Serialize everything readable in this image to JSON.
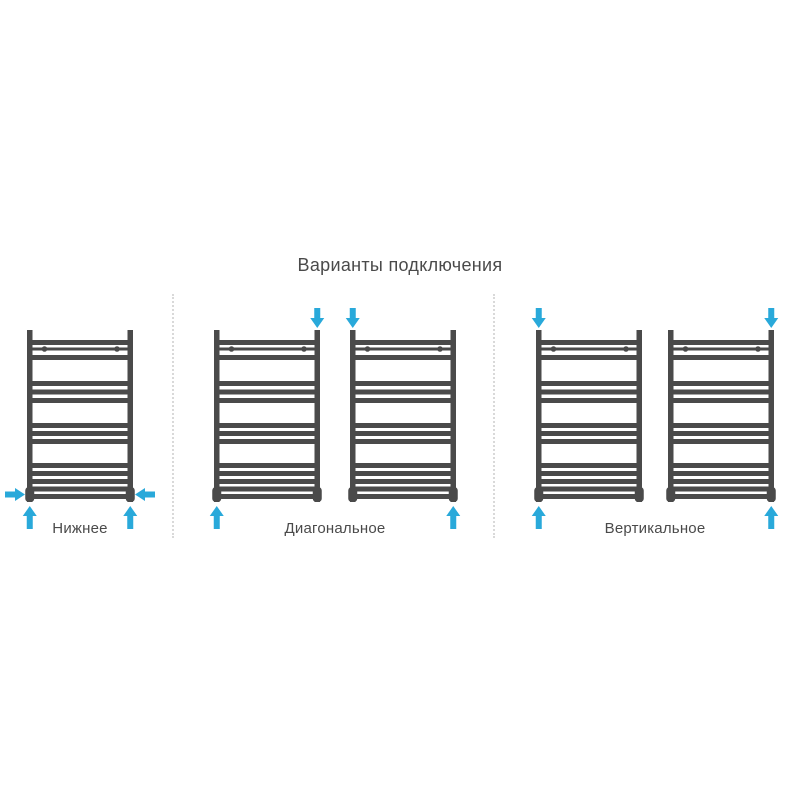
{
  "title": "Варианты подключения",
  "colors": {
    "background": "#ffffff",
    "frame": "#4a4a4a",
    "accent": "#29a9da",
    "text": "#4a4a4a",
    "separator": "#d9d9d9"
  },
  "icons": {
    "inlet": "down-arrow",
    "outlet": "up-arrow",
    "side_inlet": "horizontal-inward-arrow"
  },
  "groups": [
    {
      "id": "bottom",
      "label": "Нижнее",
      "radiators": [
        {
          "down_arrows": [],
          "up_arrows": [
            "left",
            "right"
          ],
          "side_arrows": true
        }
      ]
    },
    {
      "id": "diagonal",
      "label": "Диагональное",
      "radiators": [
        {
          "down_arrows": [
            "right"
          ],
          "up_arrows": [
            "left"
          ],
          "side_arrows": false
        },
        {
          "down_arrows": [
            "left"
          ],
          "up_arrows": [
            "right"
          ],
          "side_arrows": false
        }
      ]
    },
    {
      "id": "vertical",
      "label": "Вертикальное",
      "radiators": [
        {
          "down_arrows": [
            "left"
          ],
          "up_arrows": [
            "left"
          ],
          "side_arrows": false
        },
        {
          "down_arrows": [
            "right"
          ],
          "up_arrows": [
            "right"
          ],
          "side_arrows": false
        }
      ]
    }
  ]
}
